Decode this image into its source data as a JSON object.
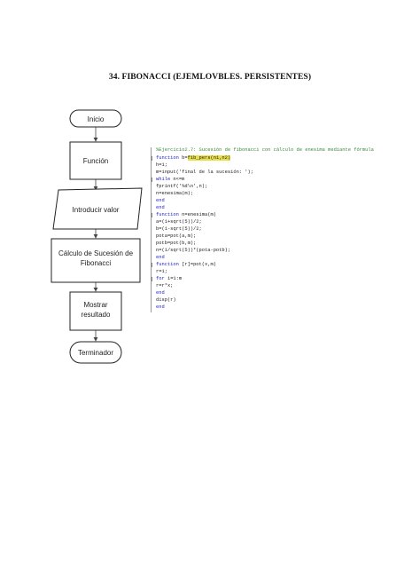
{
  "title": "34. FIBONACCI (EJEMLOVBLES. PERSISTENTES)",
  "flowchart": {
    "start": "Inicio",
    "function": "Función",
    "input": "Introducir valor",
    "process_line1": "Cálculo de Sucesión de",
    "process_line2": "Fibonacci",
    "show_line1": "Mostrar",
    "show_line2": "resultado",
    "end": "Terminador"
  },
  "code": {
    "comment": "%Ejercicio2.7: Sucesión de fibonacci con cálculo de enesima mediante fórmula",
    "l1_kw": "function",
    "l1_a": " b=",
    "l1_hl": "fib_pers(n1,n2)",
    "l2": "h=1;",
    "l3": "m=input('final de la sucesión: ');",
    "l4_kw": "while",
    "l4": " n<=m",
    "l5": "fprintf('%d\\n',n);",
    "l6": "n=enesima(m);",
    "l7_kw": "end",
    "l8_kw": "end",
    "l9_kw": "function",
    "l9": " n=enesima(m)",
    "l10": "a=(1+sqrt(5))/2;",
    "l11": "b=(1-sqrt(5))/2;",
    "l12": "pota=pot(a,m);",
    "l13": "potb=pot(b,m);",
    "l14": "n=(1/sqrt(5))*(pota-potb);",
    "l15_kw": "end",
    "l16_kw": "function",
    "l16": " [r]=pot(x,m)",
    "l17": "r=1;",
    "l18_kw": "for",
    "l18": " i=1:m",
    "l19": "r=r*x;",
    "l20_kw": "end",
    "l21": "disp(r)",
    "l22_kw": "end"
  }
}
